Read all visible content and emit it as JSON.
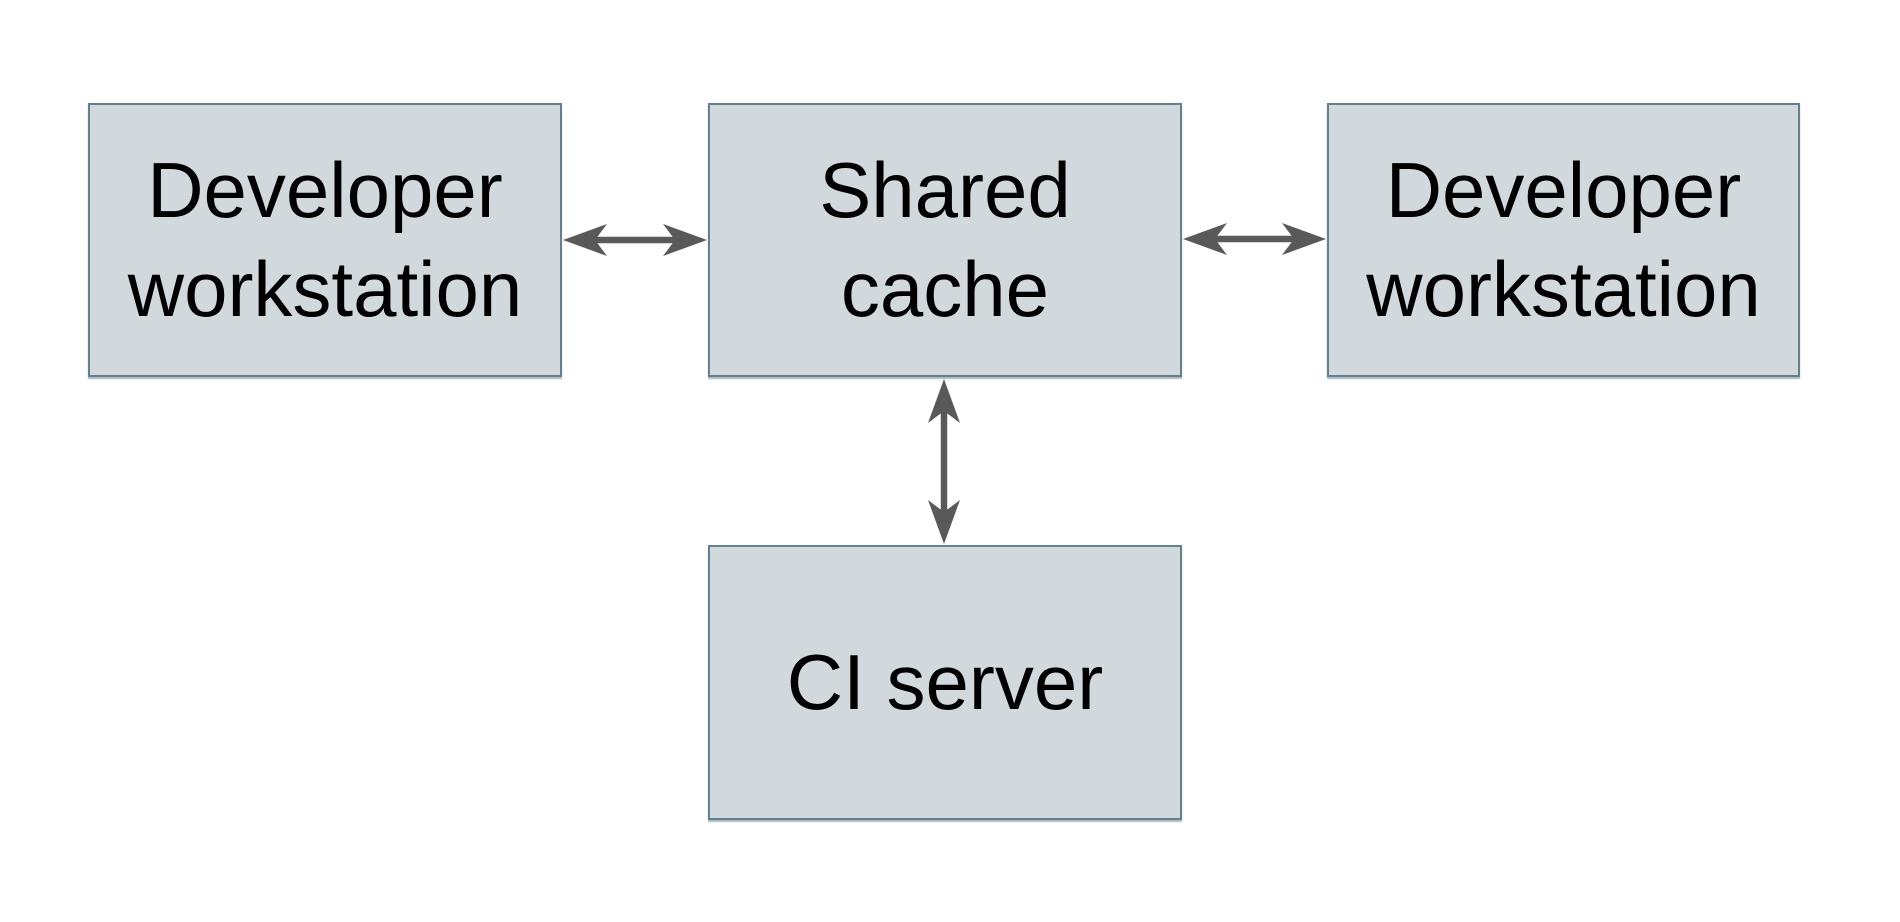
{
  "diagram": {
    "type": "architecture-diagram",
    "nodes": {
      "dev_left": {
        "id": "dev-left",
        "label": "Developer\nworkstation"
      },
      "shared_cache": {
        "id": "shared-cache",
        "label": "Shared\ncache"
      },
      "dev_right": {
        "id": "dev-right",
        "label": "Developer\nworkstation"
      },
      "ci_server": {
        "id": "ci-server",
        "label": "CI server"
      }
    },
    "edges": [
      {
        "from": "dev-left",
        "to": "shared-cache",
        "style": "double-arrow",
        "direction": "bidirectional",
        "orientation": "horizontal"
      },
      {
        "from": "shared-cache",
        "to": "dev-right",
        "style": "double-arrow",
        "direction": "bidirectional",
        "orientation": "horizontal"
      },
      {
        "from": "shared-cache",
        "to": "ci-server",
        "style": "double-arrow",
        "direction": "bidirectional",
        "orientation": "vertical"
      }
    ]
  },
  "colors": {
    "background": "#ffffff",
    "node_fill": "#d2d9dc",
    "node_border": "#64808e",
    "arrow": "#595959",
    "text": "#000000"
  }
}
